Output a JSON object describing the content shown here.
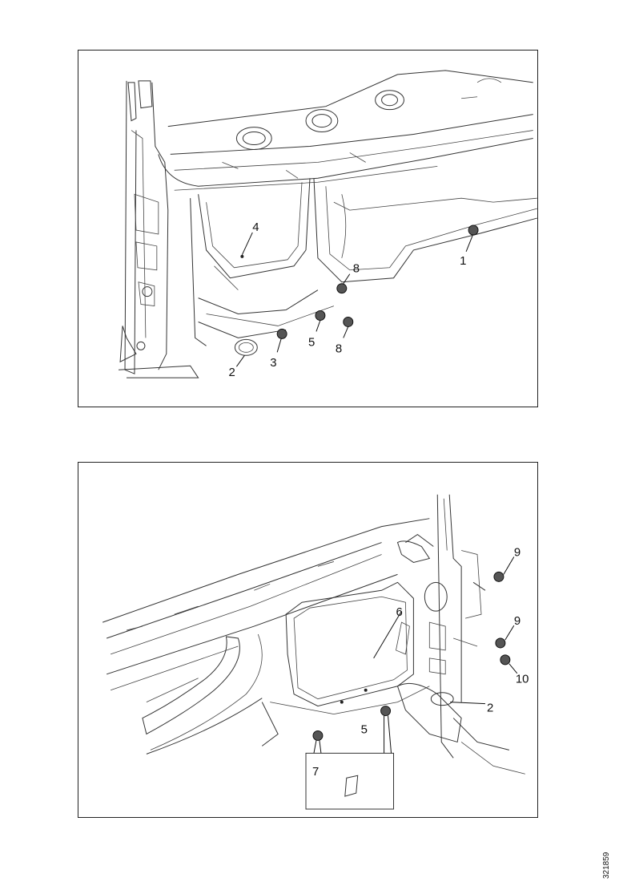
{
  "figure": {
    "reference_code": "321859",
    "top_view": {
      "callouts": [
        "1",
        "2",
        "3",
        "4",
        "5",
        "8",
        "8"
      ]
    },
    "bottom_view": {
      "callouts": [
        "2",
        "5",
        "6",
        "7",
        "9",
        "9",
        "10"
      ]
    }
  }
}
